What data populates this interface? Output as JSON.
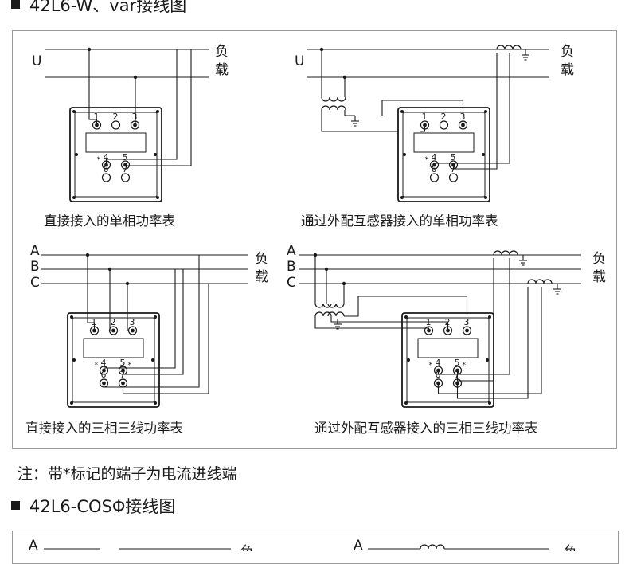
{
  "headings": {
    "wiring_w_var": "42L6-W、var接线图",
    "wiring_cos": "42L6-COSΦ接线图"
  },
  "note": "注：带*标记的端子为电流进线端",
  "captions": {
    "direct_single": "直接接入的单相功率表",
    "ct_single": "通过外配互感器接入的单相功率表",
    "direct_three": "直接接入的三相三线功率表",
    "ct_three": "通过外配互感器接入的三相三线功率表"
  },
  "labels": {
    "u": "U",
    "a": "A",
    "b": "B",
    "c": "C",
    "load_1": "负",
    "load_2": "载"
  },
  "terminals": [
    "1",
    "2",
    "3",
    "4",
    "5",
    "6",
    "7"
  ],
  "star": "*",
  "colors": {
    "line": "#1a1a1a",
    "frame": "#9a9a9a"
  }
}
